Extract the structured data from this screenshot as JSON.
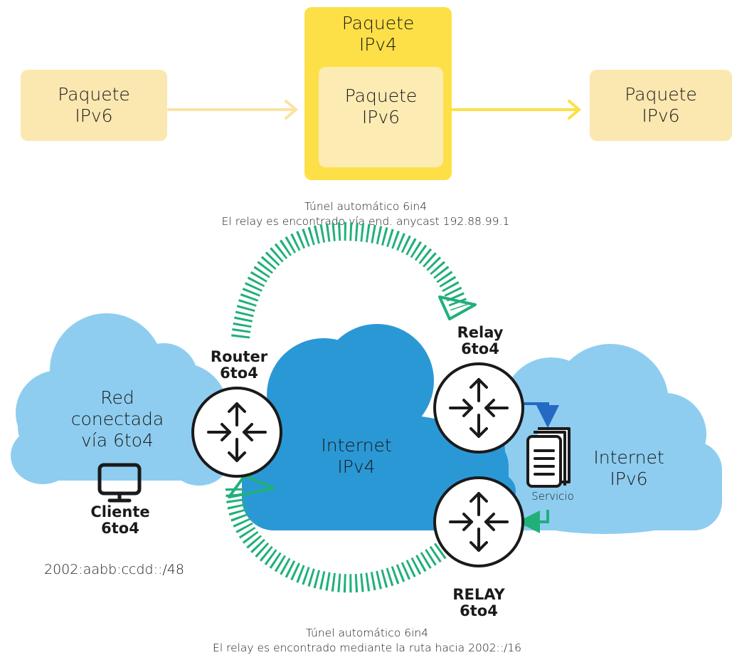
{
  "encapsulation": {
    "left_box": {
      "line1": "Paquete",
      "line2": "IPv6"
    },
    "middle_box": {
      "outer_line1": "Paquete",
      "outer_line2": "IPv4",
      "inner_line1": "Paquete",
      "inner_line2": "IPv6"
    },
    "right_box": {
      "line1": "Paquete",
      "line2": "IPv6"
    }
  },
  "top_tunnel": {
    "line1": "Túnel automático 6in4",
    "line2": "El relay es encontrado vía end. anycast 192.88.99.1"
  },
  "bottom_tunnel": {
    "line1": "Túnel automático 6in4",
    "line2": "El relay es encontrado mediante la ruta hacia 2002::/16"
  },
  "clouds": {
    "left": {
      "line1": "Red",
      "line2": "conectada",
      "line3": "vía 6to4"
    },
    "center": {
      "line1": "Internet",
      "line2": "IPv4"
    },
    "right": {
      "line1": "Internet",
      "line2": "IPv6"
    }
  },
  "devices": {
    "router": {
      "line1": "Router",
      "line2": "6to4"
    },
    "relay_top": {
      "line1": "Relay",
      "line2": "6to4"
    },
    "relay_bottom": {
      "line1": "RELAY",
      "line2": "6to4"
    },
    "client": {
      "line1": "Cliente",
      "line2": "6to4"
    },
    "service": {
      "label": "Servicio"
    }
  },
  "client_prefix": "2002:aabb:ccdd::/48",
  "icons": [
    "router-icon",
    "monitor-icon",
    "server-icon",
    "tunnel-arc",
    "arrow"
  ],
  "colors": {
    "pale_yellow": "#fbe7b0",
    "bright_yellow": "#fde047",
    "light_cloud": "#8ecdf0",
    "internet_cloud": "#2b98d6",
    "tunnel_green": "#21b07a",
    "arrow_blue": "#2469c2"
  }
}
